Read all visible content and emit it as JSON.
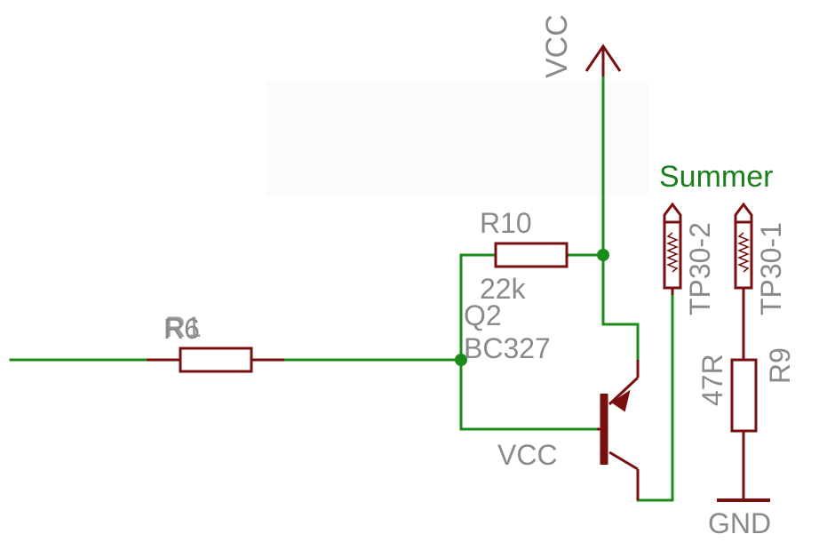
{
  "colors": {
    "wire": "#1a8c1a",
    "part": "#7a0f0f",
    "label": "#8a8a8a",
    "net_label": "#1a7f1a",
    "background": "#ffffff"
  },
  "labels": {
    "vcc_top": "VCC",
    "summer": "Summer",
    "r10_name": "R10",
    "r10_value": "22k",
    "q2_name": "Q2",
    "q2_value": "BC327",
    "r6_name": "R6",
    "r6_overlap": "R1",
    "vcc_emitter": "VCC",
    "tp2": "TP30-2",
    "tp1": "TP30-1",
    "r9_value": "47R",
    "r9_name": "R9",
    "gnd": "GND"
  },
  "icons": {
    "supply": "vcc-arrow-icon",
    "ground": "ground-symbol-icon",
    "transistor": "pnp-transistor-icon",
    "resistor": "resistor-icon",
    "test_point": "test-point-icon"
  }
}
